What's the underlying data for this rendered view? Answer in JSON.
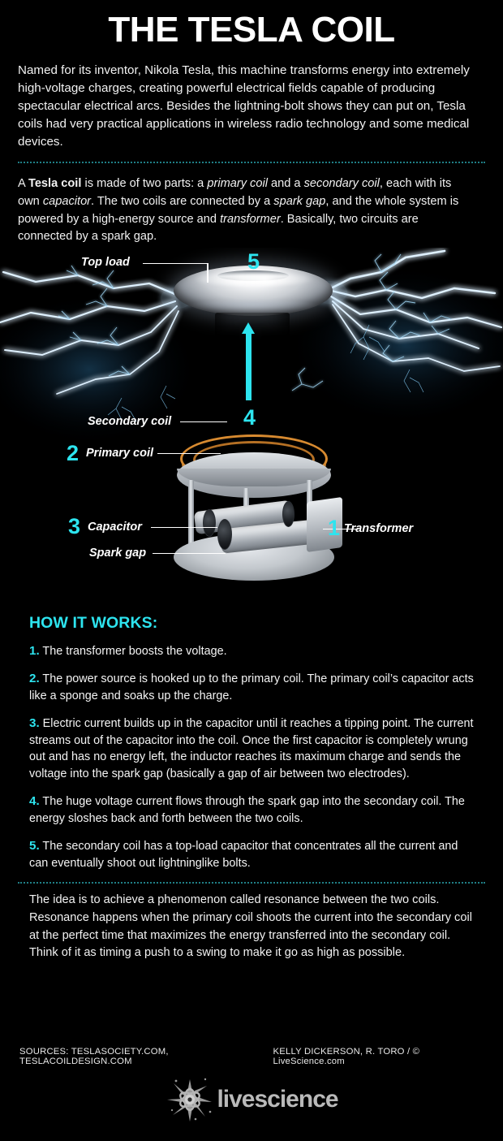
{
  "title": "THE TESLA COIL",
  "intro": "Named for its inventor, Nikola Tesla, this machine transforms energy into extremely high-voltage charges, creating powerful electrical fields capable of producing spectacular electrical arcs. Besides the lightning-bolt shows they can put on, Tesla coils had very practical applications in wireless radio technology and some medical devices.",
  "lede_html": "A <b>Tesla coil</b> is made of two parts: a <i>primary coil</i> and a <i>secondary coil</i>, each with its own <i>capacitor</i>. The two coils are connected by a <i>spark gap</i>, and the whole system is powered by a high-energy source and <i>transformer</i>. Basically, two circuits are connected by a spark gap.",
  "diagram": {
    "callouts": [
      {
        "label": "Top load",
        "number": "5"
      },
      {
        "label": "Secondary coil",
        "number": "4"
      },
      {
        "label": "Primary coil",
        "number": "2"
      },
      {
        "label": "Capacitor",
        "number": "3"
      },
      {
        "label": "Spark gap",
        "number": ""
      },
      {
        "label": "Transformer",
        "number": "1"
      }
    ],
    "accent_color": "#2de4ef",
    "bolt_color": "#cfe9ff",
    "copper_color": "#d98a33",
    "metal_color": "#c9cdd2"
  },
  "how_it_works": {
    "heading": "HOW IT WORKS:",
    "steps": [
      {
        "n": "1.",
        "text": "The transformer boosts the voltage."
      },
      {
        "n": "2.",
        "text": "The power source is hooked up to the primary coil. The primary coil’s capacitor acts like a sponge and soaks up the charge."
      },
      {
        "n": "3.",
        "text": "Electric current builds up in the capacitor until it reaches a tipping point. The current streams out of the capacitor into the coil. Once the first capacitor is completely wrung out and has no energy left, the inductor reaches its maximum charge and sends the voltage into the spark gap (basically a gap of air between two electrodes)."
      },
      {
        "n": "4.",
        "text": "The huge voltage current flows through the spark gap into the secondary coil. The energy sloshes back and forth between the two coils."
      },
      {
        "n": "5.",
        "text": "The secondary coil has a top-load capacitor that concentrates all the current and can eventually shoot out lightninglike bolts."
      }
    ]
  },
  "closing": "The idea is to achieve a phenomenon called resonance between the two coils. Resonance happens when the primary coil shoots the current into the secondary coil at the perfect time that maximizes the energy transferred into the secondary coil. Think of it as timing a push to a swing to make it go as high as possible.",
  "footer": {
    "sources": "SOURCES: TESLASOCIETY.COM, TESLACOILDESIGN.COM",
    "credit": "KELLY DICKERSON, R. TORO / © LiveScience.com",
    "logo_text": "livescience"
  }
}
